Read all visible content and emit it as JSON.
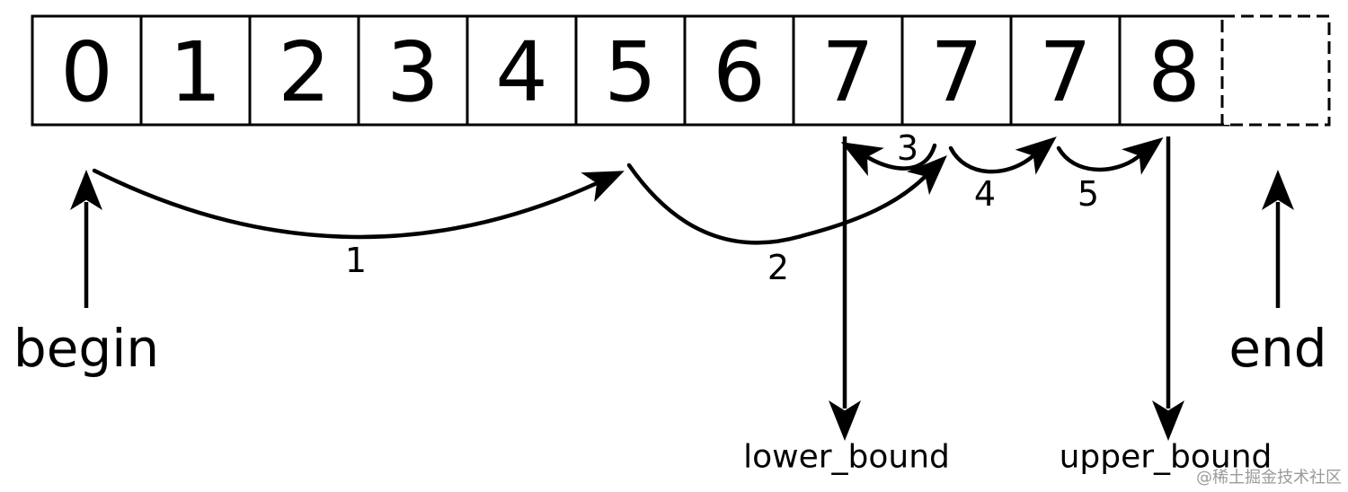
{
  "array": {
    "values": [
      "0",
      "1",
      "2",
      "3",
      "4",
      "5",
      "6",
      "7",
      "7",
      "7",
      "8"
    ]
  },
  "steps": [
    "1",
    "2",
    "3",
    "4",
    "5"
  ],
  "pointers": {
    "begin": "begin",
    "end": "end",
    "lower_bound": "lower_bound",
    "upper_bound": "upper_bound"
  },
  "watermark": "@稀土掘金技术社区"
}
